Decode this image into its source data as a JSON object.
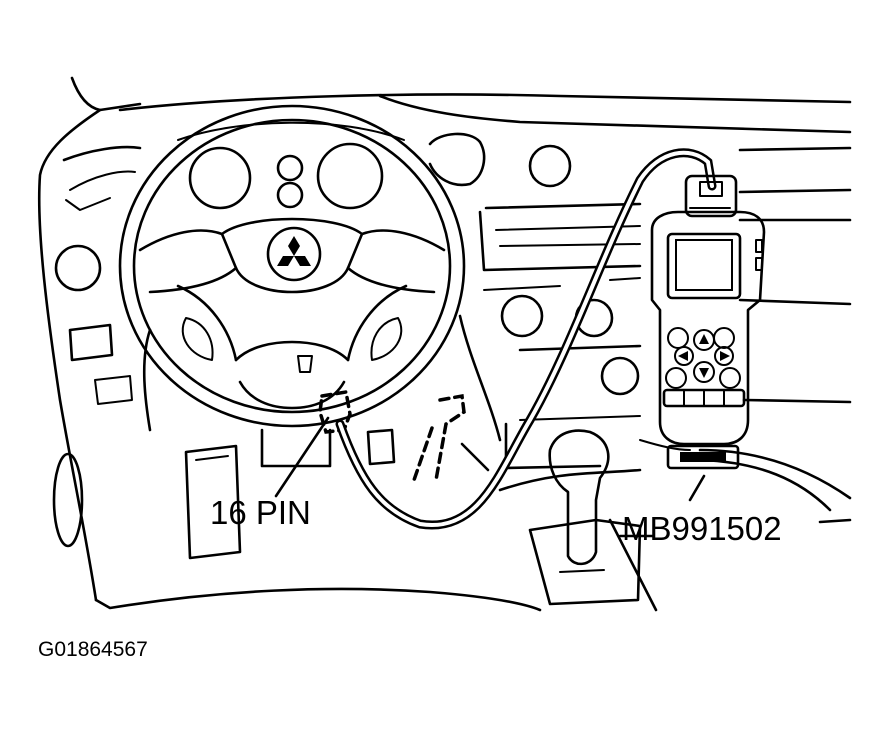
{
  "labels": {
    "connector": "16 PIN",
    "tool": "MB991502",
    "figure_id": "G01864567"
  }
}
